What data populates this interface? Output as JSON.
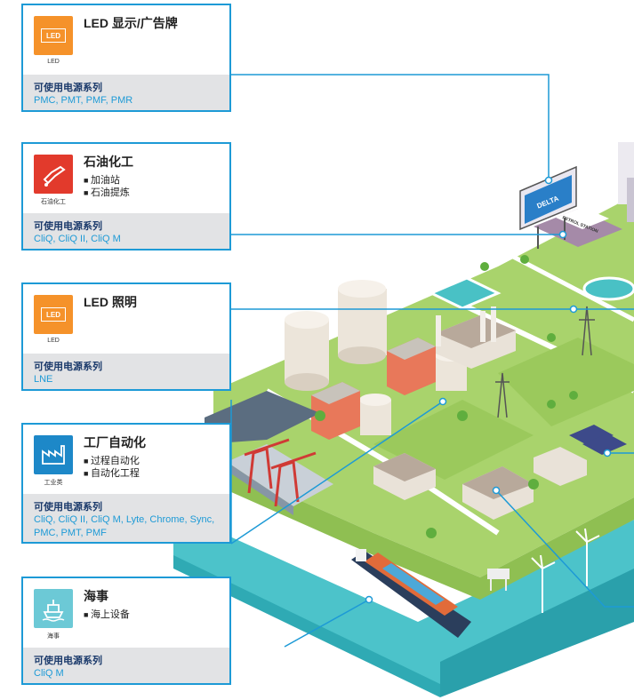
{
  "cards": [
    {
      "title": "LED 显示/广告牌",
      "icon_caption": "LED",
      "icon_text": "LED",
      "icon": "led-panel-icon",
      "bullets": [],
      "subtitle": "可使用电源系列",
      "models": "PMC, PMT, PMF, PMR"
    },
    {
      "title": "石油化工",
      "icon_caption": "石油化工",
      "icon": "fuel-nozzle-icon",
      "bullets": [
        "加油站",
        "石油提炼"
      ],
      "subtitle": "可使用电源系列",
      "models": "CliQ, CliQ II, CliQ M"
    },
    {
      "title": "LED 照明",
      "icon_caption": "LED",
      "icon_text": "LED",
      "icon": "led-panel-icon",
      "bullets": [],
      "subtitle": "可使用电源系列",
      "models": "LNE"
    },
    {
      "title": "工厂自动化",
      "icon_caption": "工业类",
      "icon": "factory-icon",
      "bullets": [
        "过程自动化",
        "自动化工程"
      ],
      "subtitle": "可使用电源系列",
      "models": "CliQ, CliQ II, CliQ M, Lyte, Chrome, Sync, PMC, PMT, PMF"
    },
    {
      "title": "海事",
      "icon_caption": "海事",
      "icon": "ship-icon",
      "bullets": [
        "海上设备"
      ],
      "subtitle": "可使用电源系列",
      "models": "CliQ M"
    }
  ],
  "scene": {
    "billboard_text": "DELTA",
    "station_sign": "PETROL STATION"
  },
  "colors": {
    "accent": "#1d9ad6",
    "orange_icon": "#f5922a",
    "red_icon": "#e23a2c",
    "teal_icon": "#6cc9d6",
    "blue_icon": "#1d88c8",
    "ground": "#a9d36c",
    "water": "#45bfc6"
  }
}
